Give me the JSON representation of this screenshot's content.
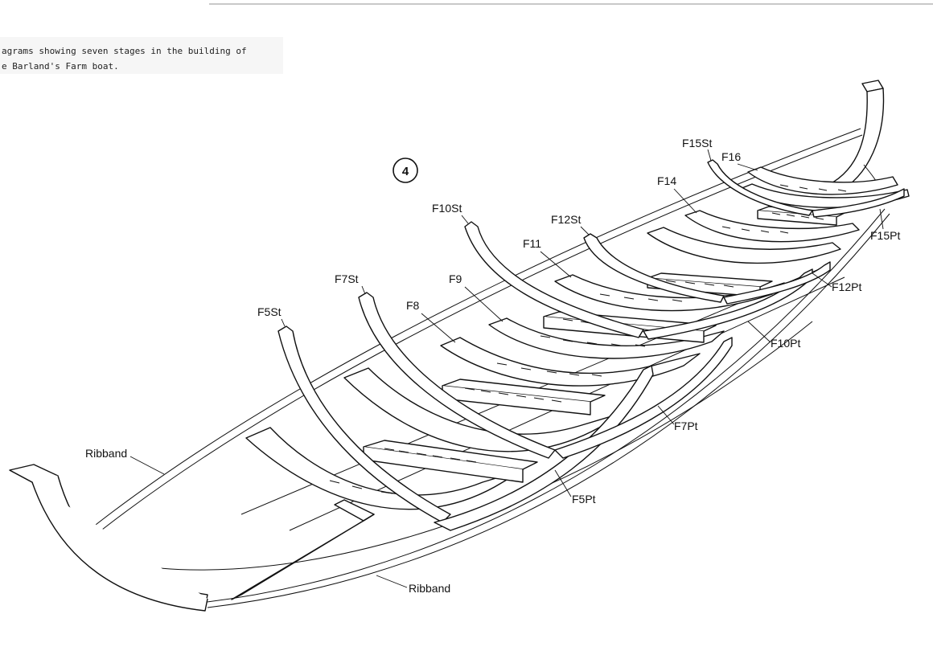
{
  "caption": {
    "line1": "agrams showing seven stages in the building of",
    "line2": "e Barland's Farm boat."
  },
  "stage_number": "4",
  "labels": {
    "f5st": "F5St",
    "f7st": "F7St",
    "f8": "F8",
    "f9": "F9",
    "f10st": "F10St",
    "f11": "F11",
    "f12st": "F12St",
    "f14": "F14",
    "f15st": "F15St",
    "f16": "F16",
    "f15pt": "F15Pt",
    "f12pt": "F12Pt",
    "f10pt": "F10Pt",
    "f7pt": "F7Pt",
    "f5pt": "F5Pt",
    "ribband_upper": "Ribband",
    "ribband_lower": "Ribband"
  }
}
